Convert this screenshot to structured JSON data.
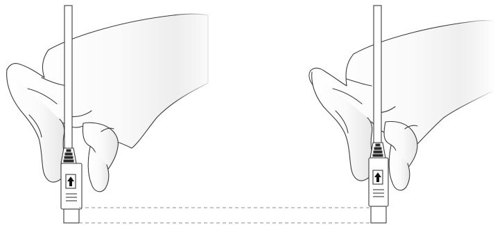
{
  "illustration": {
    "panels": [
      {
        "id": "left",
        "connector_inserted": false
      },
      {
        "id": "right",
        "connector_inserted": true
      }
    ],
    "connector_icon": "up-arrow-icon",
    "guide_lines": [
      "top-guide",
      "bottom-guide"
    ],
    "colors": {
      "line": "#3a3a3a",
      "skin_light": "#ffffff",
      "skin_shade": "#e9e9e9",
      "guide": "#8c8c8c"
    }
  }
}
